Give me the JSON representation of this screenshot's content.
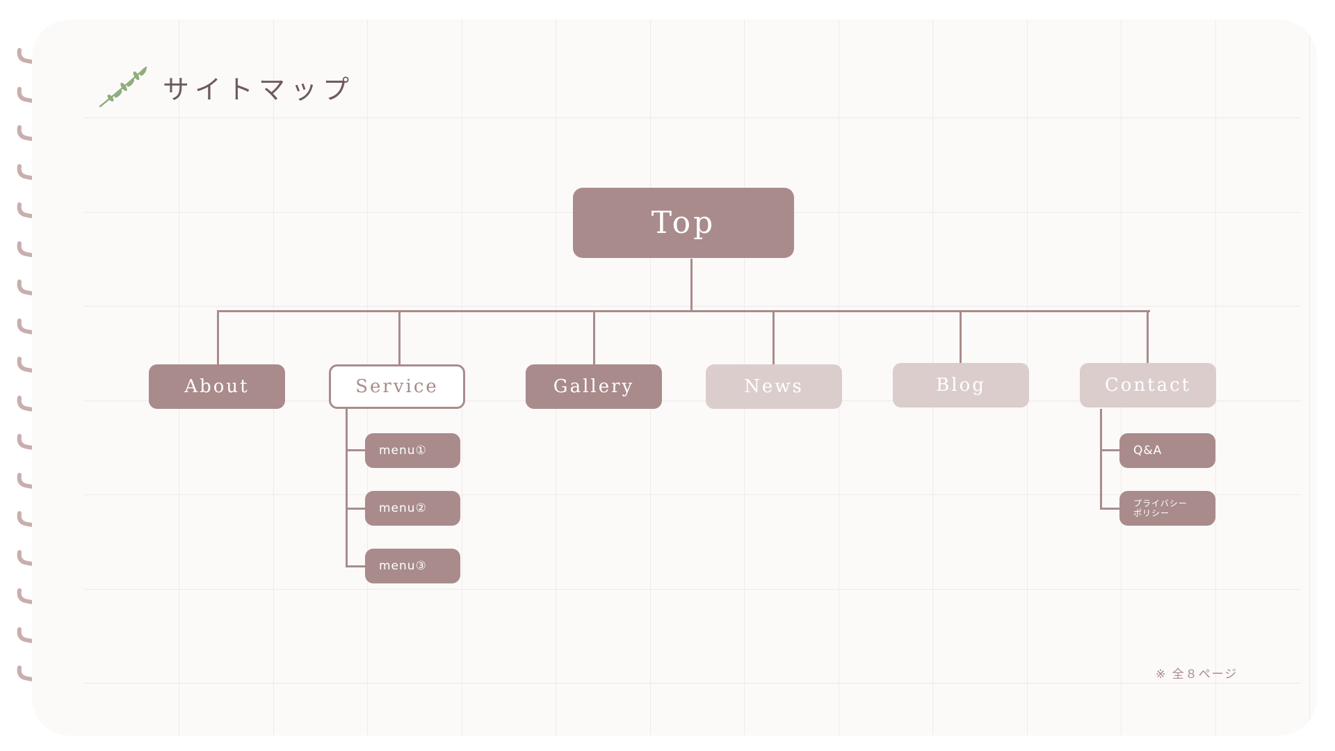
{
  "title": "サイトマップ",
  "icons": {
    "title_decoration": "leaf-sprig-icon",
    "binding": "spiral-ring-icon"
  },
  "colors": {
    "primary": "#a98b8b",
    "light": "#dccdcd",
    "leaf": "#8fae7e",
    "background": "#fcf9f9",
    "grid": "#eeeae9"
  },
  "tree": {
    "root": {
      "label": "Top"
    },
    "children": [
      {
        "label": "About",
        "style": "dark"
      },
      {
        "label": "Service",
        "style": "outline",
        "children": [
          {
            "label": "menu①"
          },
          {
            "label": "menu②"
          },
          {
            "label": "menu③"
          }
        ]
      },
      {
        "label": "Gallery",
        "style": "dark"
      },
      {
        "label": "News",
        "style": "light"
      },
      {
        "label": "Blog",
        "style": "light"
      },
      {
        "label": "Contact",
        "style": "light",
        "children": [
          {
            "label": "Q&A"
          },
          {
            "label_line1": "プライバシー",
            "label_line2": "ポリシー"
          }
        ]
      }
    ]
  },
  "note": "※ 全８ページ"
}
